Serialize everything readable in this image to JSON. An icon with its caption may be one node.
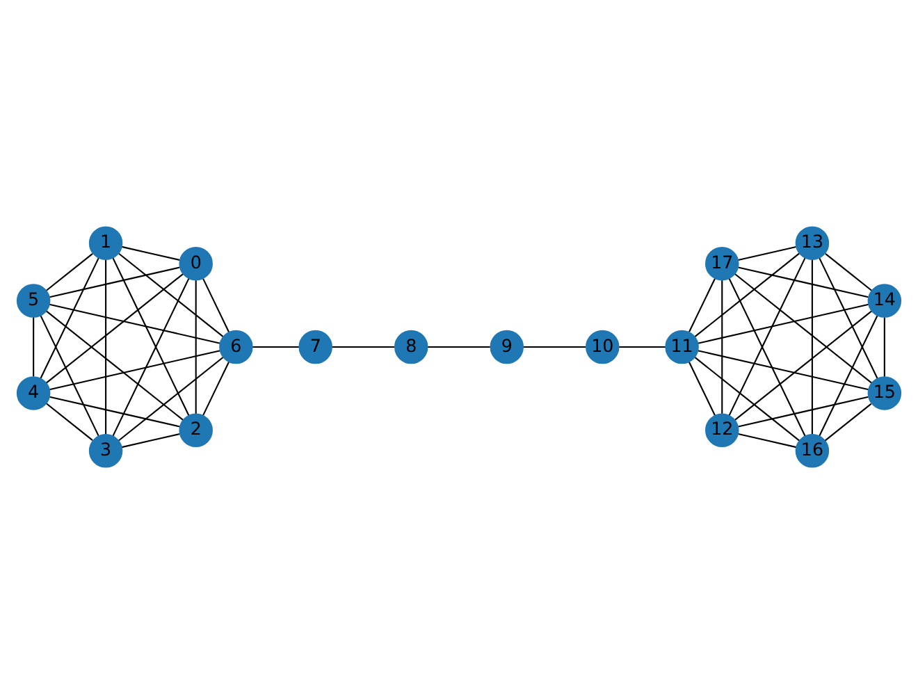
{
  "diagram": {
    "nodes": [
      {
        "text": [
          "0"
        ]
      },
      {
        "text": [
          "1"
        ]
      },
      {
        "text": [
          "2"
        ]
      },
      {
        "text": [
          "3"
        ]
      },
      {
        "text": [
          "4"
        ]
      },
      {
        "text": [
          "5"
        ]
      },
      {
        "text": [
          "6"
        ]
      },
      {
        "text": [
          "7"
        ]
      },
      {
        "text": [
          "8"
        ]
      },
      {
        "text": [
          "9"
        ]
      },
      {
        "text": [
          "10"
        ]
      },
      {
        "text": [
          "11"
        ]
      },
      {
        "text": [
          "12"
        ]
      },
      {
        "text": [
          "13"
        ]
      },
      {
        "text": [
          "14"
        ]
      },
      {
        "text": [
          "15"
        ]
      },
      {
        "text": [
          "16"
        ]
      },
      {
        "text": [
          "17"
        ]
      }
    ],
    "edges": [
      {
        "from": 0,
        "to": 1,
        "arrow": "none"
      },
      {
        "from": 0,
        "to": 2,
        "arrow": "none"
      },
      {
        "from": 0,
        "to": 3,
        "arrow": "none"
      },
      {
        "from": 0,
        "to": 4,
        "arrow": "none"
      },
      {
        "from": 0,
        "to": 5,
        "arrow": "none"
      },
      {
        "from": 0,
        "to": 6,
        "arrow": "none"
      },
      {
        "from": 1,
        "to": 2,
        "arrow": "none"
      },
      {
        "from": 1,
        "to": 3,
        "arrow": "none"
      },
      {
        "from": 1,
        "to": 4,
        "arrow": "none"
      },
      {
        "from": 1,
        "to": 5,
        "arrow": "none"
      },
      {
        "from": 1,
        "to": 6,
        "arrow": "none"
      },
      {
        "from": 2,
        "to": 3,
        "arrow": "none"
      },
      {
        "from": 2,
        "to": 4,
        "arrow": "none"
      },
      {
        "from": 2,
        "to": 5,
        "arrow": "none"
      },
      {
        "from": 2,
        "to": 6,
        "arrow": "none"
      },
      {
        "from": 3,
        "to": 4,
        "arrow": "none"
      },
      {
        "from": 3,
        "to": 5,
        "arrow": "none"
      },
      {
        "from": 3,
        "to": 6,
        "arrow": "none"
      },
      {
        "from": 4,
        "to": 5,
        "arrow": "none"
      },
      {
        "from": 4,
        "to": 6,
        "arrow": "none"
      },
      {
        "from": 5,
        "to": 6,
        "arrow": "none"
      },
      {
        "from": 6,
        "to": 7,
        "arrow": "none"
      },
      {
        "from": 7,
        "to": 8,
        "arrow": "none"
      },
      {
        "from": 8,
        "to": 9,
        "arrow": "none"
      },
      {
        "from": 9,
        "to": 10,
        "arrow": "none"
      },
      {
        "from": 10,
        "to": 11,
        "arrow": "none"
      },
      {
        "from": 11,
        "to": 12,
        "arrow": "none"
      },
      {
        "from": 11,
        "to": 13,
        "arrow": "none"
      },
      {
        "from": 11,
        "to": 14,
        "arrow": "none"
      },
      {
        "from": 11,
        "to": 15,
        "arrow": "none"
      },
      {
        "from": 11,
        "to": 16,
        "arrow": "none"
      },
      {
        "from": 11,
        "to": 17,
        "arrow": "none"
      },
      {
        "from": 12,
        "to": 13,
        "arrow": "none"
      },
      {
        "from": 12,
        "to": 14,
        "arrow": "none"
      },
      {
        "from": 12,
        "to": 15,
        "arrow": "none"
      },
      {
        "from": 12,
        "to": 16,
        "arrow": "none"
      },
      {
        "from": 12,
        "to": 17,
        "arrow": "none"
      },
      {
        "from": 13,
        "to": 14,
        "arrow": "none"
      },
      {
        "from": 13,
        "to": 15,
        "arrow": "none"
      },
      {
        "from": 13,
        "to": 16,
        "arrow": "none"
      },
      {
        "from": 13,
        "to": 17,
        "arrow": "none"
      },
      {
        "from": 14,
        "to": 15,
        "arrow": "none"
      },
      {
        "from": 14,
        "to": 16,
        "arrow": "none"
      },
      {
        "from": 14,
        "to": 17,
        "arrow": "none"
      },
      {
        "from": 15,
        "to": 16,
        "arrow": "none"
      },
      {
        "from": 15,
        "to": 17,
        "arrow": "none"
      },
      {
        "from": 16,
        "to": 17,
        "arrow": "none"
      }
    ]
  }
}
